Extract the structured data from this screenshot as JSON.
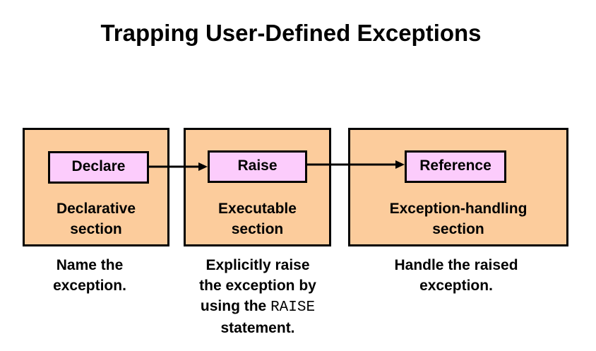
{
  "title": "Trapping User-Defined Exceptions",
  "sections": [
    {
      "tag": "Declare",
      "label_line1": "Declarative",
      "label_line2": "section",
      "desc_line1": "Name the",
      "desc_line2": "exception."
    },
    {
      "tag": "Raise",
      "label_line1": "Executable",
      "label_line2": "section",
      "desc_line1": "Explicitly raise",
      "desc_line2": "the exception by",
      "desc_line3_prefix": "using the ",
      "desc_line3_code": "RAISE",
      "desc_line4": "statement."
    },
    {
      "tag": "Reference",
      "label_line1": "Exception-handling",
      "label_line2": "section",
      "desc_line1": "Handle the raised",
      "desc_line2": "exception."
    }
  ],
  "colors": {
    "section_fill": "#fccc9c",
    "tag_fill": "#fcccfc",
    "border": "#000000"
  }
}
